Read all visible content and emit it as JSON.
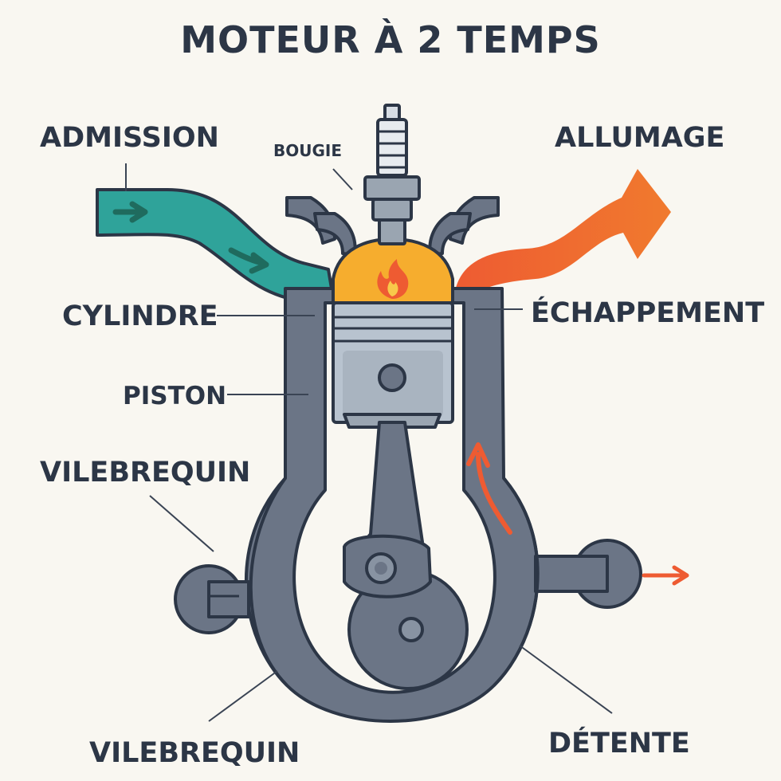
{
  "title": "MOTEUR À 2 TEMPS",
  "labels": {
    "admission": "ADMISSION",
    "bougie": "BOUGIE",
    "allumage": "ALLUMAGE",
    "cylindre": "CYLINDRE",
    "echappement": "ÉCHAPPEMENT",
    "piston": "PISTON",
    "vilebrequin_left": "VILEBREQUIN",
    "vilebrequin_bottom": "VILEBREQUIN",
    "detente": "DÉTENTE"
  },
  "colors": {
    "intake": "#2fa39a",
    "exhaust": "#ee5b32",
    "combustion": "#f6ad2e",
    "metal": "#6b7586",
    "piston": "#b8c3cf",
    "outline": "#2c3646",
    "background": "#f9f7f1"
  },
  "icons": [
    "spark-plug-icon",
    "flame-icon",
    "intake-arrow-icon",
    "exhaust-arrow-icon",
    "flow-arrow-icon"
  ]
}
